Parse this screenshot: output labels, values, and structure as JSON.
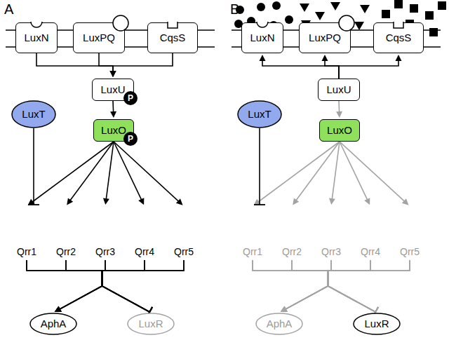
{
  "diagram": {
    "nodes": [
      {
        "text": [
          "LuxN"
        ]
      },
      {
        "text": [
          "LuxPQ"
        ]
      },
      {
        "text": [
          "CqsS"
        ]
      },
      {
        "text": [
          "LuxU"
        ]
      },
      {
        "text": [
          "LuxO"
        ]
      },
      {
        "text": [
          "LuxT"
        ]
      },
      {
        "text": [
          "Qrr1"
        ]
      },
      {
        "text": [
          "Qrr2"
        ]
      },
      {
        "text": [
          "Qrr3"
        ]
      },
      {
        "text": [
          "Qrr4"
        ]
      },
      {
        "text": [
          "Qrr5"
        ]
      },
      {
        "text": [
          "AphA"
        ]
      },
      {
        "text": [
          "LuxR"
        ]
      },
      {
        "text": [
          "LuxN"
        ]
      },
      {
        "text": [
          "LuxPQ"
        ]
      },
      {
        "text": [
          "CqsS"
        ]
      },
      {
        "text": [
          "LuxU"
        ]
      },
      {
        "text": [
          "LuxO"
        ]
      },
      {
        "text": [
          "LuxT"
        ]
      },
      {
        "text": [
          "Qrr1"
        ]
      },
      {
        "text": [
          "Qrr2"
        ]
      },
      {
        "text": [
          "Qrr3"
        ]
      },
      {
        "text": [
          "Qrr4"
        ]
      },
      {
        "text": [
          "Qrr5"
        ]
      },
      {
        "text": [
          "AphA"
        ]
      },
      {
        "text": [
          "LuxR"
        ]
      }
    ],
    "edges": [
      {
        "from": 0,
        "to": 3,
        "arrow": "to"
      },
      {
        "from": 1,
        "to": 3,
        "arrow": "to"
      },
      {
        "from": 2,
        "to": 3,
        "arrow": "to"
      },
      {
        "from": 3,
        "to": 4,
        "arrow": "to"
      },
      {
        "from": 4,
        "to": 6,
        "arrow": "to"
      },
      {
        "from": 4,
        "to": 7,
        "arrow": "to"
      },
      {
        "from": 4,
        "to": 8,
        "arrow": "to"
      },
      {
        "from": 4,
        "to": 9,
        "arrow": "to"
      },
      {
        "from": 4,
        "to": 10,
        "arrow": "to"
      },
      {
        "from": 5,
        "to": 6,
        "arrow": "to"
      },
      {
        "from": 6,
        "to": 11,
        "arrow": "to"
      },
      {
        "from": 7,
        "to": 11,
        "arrow": "to"
      },
      {
        "from": 8,
        "to": 11,
        "arrow": "to"
      },
      {
        "from": 9,
        "to": 11,
        "arrow": "to"
      },
      {
        "from": 10,
        "to": 11,
        "arrow": "to"
      },
      {
        "from": 6,
        "to": 12,
        "arrow": "to"
      },
      {
        "from": 7,
        "to": 12,
        "arrow": "to"
      },
      {
        "from": 8,
        "to": 12,
        "arrow": "to"
      },
      {
        "from": 9,
        "to": 12,
        "arrow": "to"
      },
      {
        "from": 10,
        "to": 12,
        "arrow": "to"
      },
      {
        "from": 16,
        "to": 13,
        "arrow": "to"
      },
      {
        "from": 16,
        "to": 14,
        "arrow": "to"
      },
      {
        "from": 16,
        "to": 15,
        "arrow": "to"
      },
      {
        "from": 16,
        "to": 17,
        "arrow": "to"
      },
      {
        "from": 17,
        "to": 19,
        "arrow": "to"
      },
      {
        "from": 17,
        "to": 20,
        "arrow": "to"
      },
      {
        "from": 17,
        "to": 21,
        "arrow": "to"
      },
      {
        "from": 17,
        "to": 22,
        "arrow": "to"
      },
      {
        "from": 17,
        "to": 23,
        "arrow": "to"
      },
      {
        "from": 18,
        "to": 19,
        "arrow": "to"
      },
      {
        "from": 19,
        "to": 24,
        "arrow": "to"
      },
      {
        "from": 20,
        "to": 24,
        "arrow": "to"
      },
      {
        "from": 21,
        "to": 24,
        "arrow": "to"
      },
      {
        "from": 22,
        "to": 24,
        "arrow": "to"
      },
      {
        "from": 23,
        "to": 24,
        "arrow": "to"
      },
      {
        "from": 19,
        "to": 25,
        "arrow": "to"
      },
      {
        "from": 20,
        "to": 25,
        "arrow": "to"
      },
      {
        "from": 21,
        "to": 25,
        "arrow": "to"
      },
      {
        "from": 22,
        "to": 25,
        "arrow": "to"
      },
      {
        "from": 23,
        "to": 25,
        "arrow": "to"
      }
    ],
    "labels": [
      "A",
      "B",
      "P",
      "P"
    ]
  }
}
